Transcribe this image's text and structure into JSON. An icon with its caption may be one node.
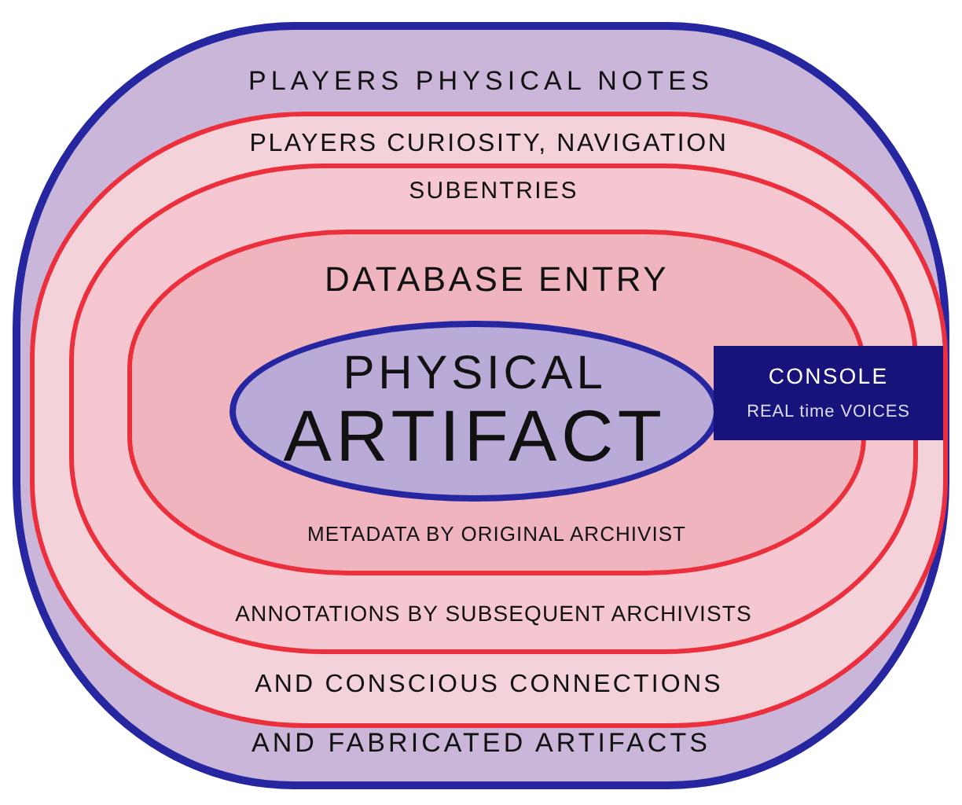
{
  "diagram": {
    "nodes": [
      {
        "text": [
          "PLAYERS PHYSICAL NOTES",
          "AND FABRICATED ARTIFACTS"
        ]
      },
      {
        "text": [
          "PLAYERS CURIOSITY, NAVIGATION",
          "AND CONSCIOUS CONNECTIONS"
        ],
        "in": 0
      },
      {
        "text": [
          "SUBENTRIES",
          "ANNOTATIONS BY SUBSEQUENT ARCHIVISTS"
        ],
        "in": 1
      },
      {
        "text": [
          "DATABASE ENTRY",
          "METADATA BY ORIGINAL ARCHIVIST"
        ],
        "in": 2
      },
      {
        "text": [
          "PHYSICAL",
          "ARTIFACT"
        ],
        "in": 3
      },
      {
        "text": [
          "CONSOLE",
          "REAL time VOICES"
        ],
        "in": 1
      }
    ]
  }
}
